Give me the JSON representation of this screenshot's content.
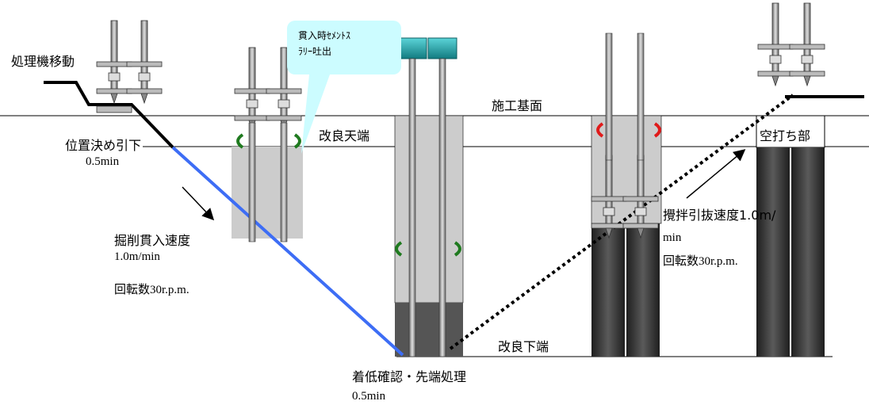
{
  "labels": {
    "machine_move": "処理機移動",
    "position_lower": "位置決め引下",
    "position_time": "0.5min",
    "penetration_speed": "掘削貫入速度",
    "penetration_speed_value": "1.0m/min",
    "rotation_left": "回転数30r.p.m.",
    "bubble_line1": "貫入時ｾﾒﾝﾄｽ",
    "bubble_line2": "ﾗﾘｰ吐出",
    "improve_top": "改良天端",
    "work_base": "施工基面",
    "improve_bottom": "改良下端",
    "bottom_confirm": "着低確認・先端処理",
    "bottom_time": "0.5min",
    "withdraw_speed": "攪拌引抜速度1.0m/",
    "withdraw_unit": "min",
    "rotation_right": "回転数30r.p.m.",
    "empty_strike": "空打ち部"
  },
  "colors": {
    "column_light": "#cccccc",
    "column_dark": "#3a3a3a",
    "bubble": "#ccfcff",
    "cap": "#1fa3a8",
    "path_blue": "#3d6df5",
    "arrow_green": "#1f7a1f",
    "arrow_red": "#e01a1a"
  }
}
